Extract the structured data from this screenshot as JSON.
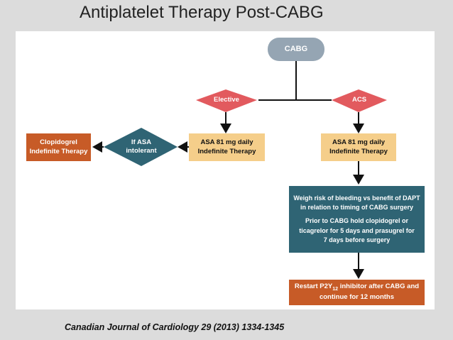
{
  "slide": {
    "title": "Antiplatelet Therapy Post-CABG",
    "citation": "Canadian Journal of Cardiology 29 (2013) 1334-1345"
  },
  "flowchart": {
    "root": "CABG",
    "elective": "Elective",
    "acs": "ACS",
    "asa_left": [
      "ASA 81 mg daily",
      "Indefinite Therapy"
    ],
    "asa_right": [
      "ASA 81 mg daily",
      "Indefinite Therapy"
    ],
    "if_asa": [
      "If ASA",
      "intolerant"
    ],
    "clopidogrel": [
      "Clopidogrel",
      "Indefinite Therapy"
    ],
    "weigh_risk": [
      "Weigh risk of bleeding vs benefit of DAPT",
      "in relation to timing of CABG surgery",
      "",
      "Prior to CABG hold clopidogrel or",
      "ticagrelor for 5 days and prasugrel for",
      "7 days before surgery"
    ],
    "restart": {
      "prefix": "Restart P2Y",
      "subscript": "12",
      "suffix": " inhibitor after CABG and",
      "line2": "continue for 12 months"
    }
  },
  "colors": {
    "pill": "#95a5b3",
    "diamond_red": "#e25a5e",
    "tan": "#f5ce8a",
    "orange": "#c75b27",
    "teal": "#2f6474"
  }
}
